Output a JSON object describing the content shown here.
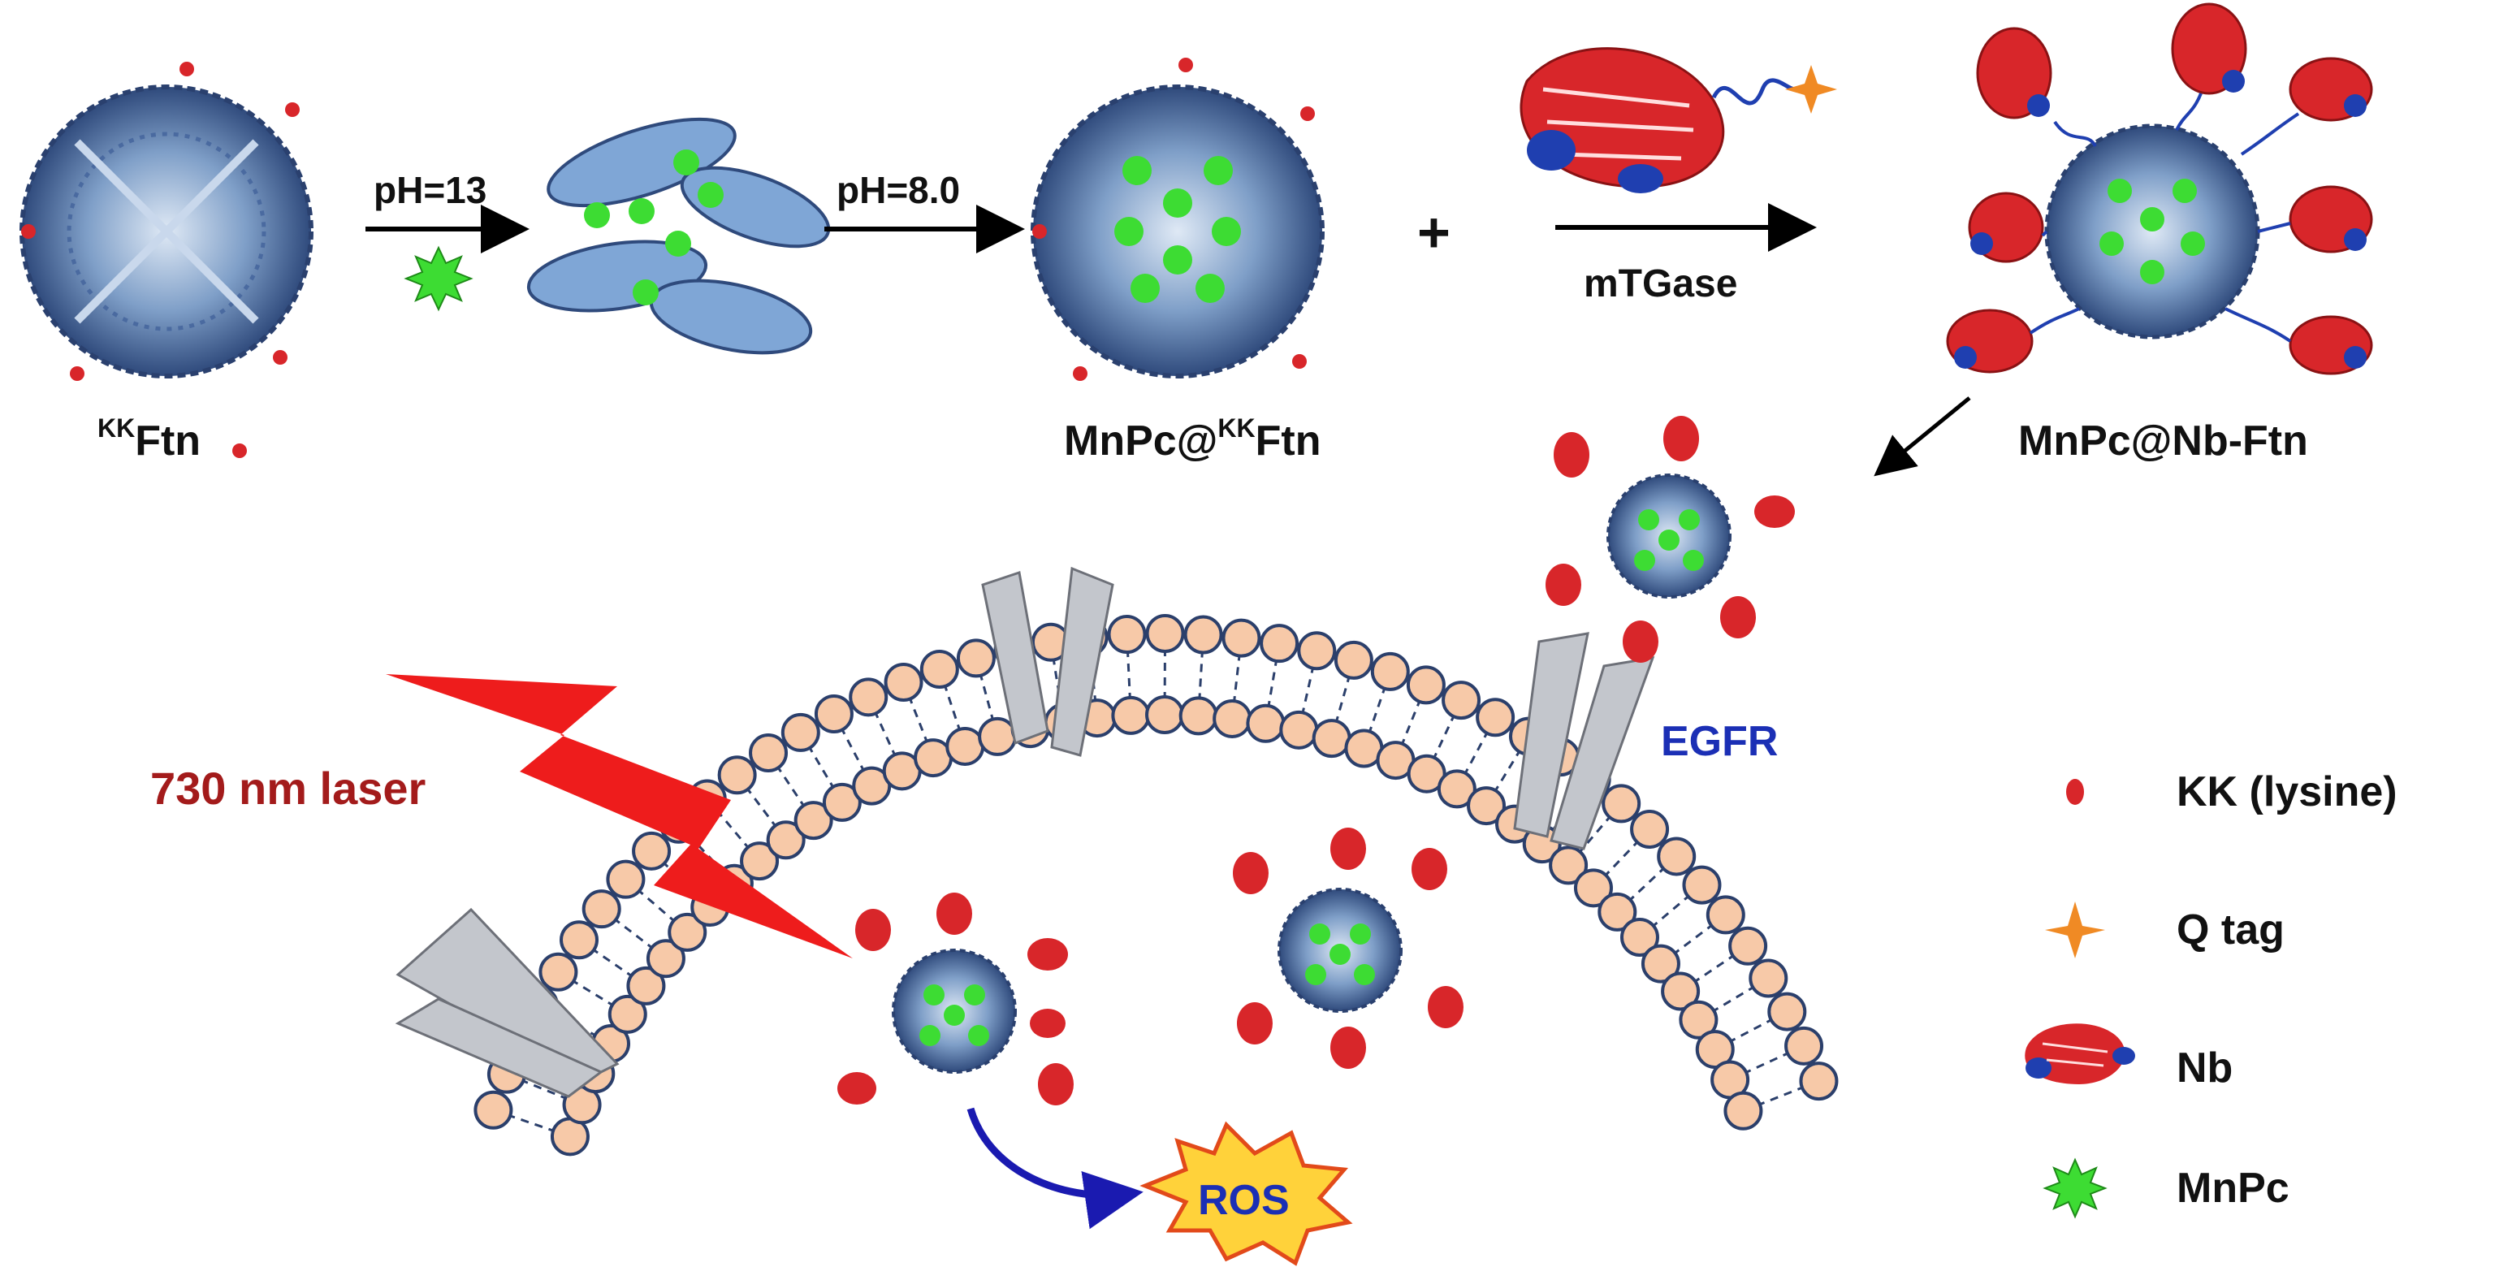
{
  "labels": {
    "kk_ftn_sup": "KK",
    "kk_ftn_base": "Ftn",
    "ph13": "pH=13",
    "ph8": "pH=8.0",
    "mnpc_kk_pre": "MnPc@",
    "mnpc_kk_sup": "KK",
    "mnpc_kk_base": "Ftn",
    "plus": "+",
    "mtgase": "mTGase",
    "mnpc_nb_ftn": "MnPc@Nb-Ftn",
    "laser": "730 nm laser",
    "egfr": "EGFR",
    "ros": "ROS"
  },
  "legend": [
    {
      "icon": "lysine-dot-icon",
      "label": "KK (lysine)"
    },
    {
      "icon": "q-tag-star-icon",
      "label": "Q tag"
    },
    {
      "icon": "nanobody-icon",
      "label": "Nb"
    },
    {
      "icon": "mnpc-burst-icon",
      "label": "MnPc"
    }
  ],
  "colors": {
    "protein": "#3d5a8c",
    "protein_light": "#7fa6d6",
    "lipid_head": "#f7c9a8",
    "lipid_edge": "#2b3f6b",
    "receptor": "#c3c6cc",
    "laser": "#ee1c1c",
    "laser_text": "#a31b1b",
    "egfr_text": "#1b2fb5",
    "mnpc": "#3ddc33",
    "nb_red": "#d8262a",
    "nb_blue": "#1f3fb0",
    "qtag": "#f08a24",
    "ros_fill": "#ffd23a",
    "ros_text": "#1b2fb5",
    "arrow_blue": "#1a1ab0"
  }
}
